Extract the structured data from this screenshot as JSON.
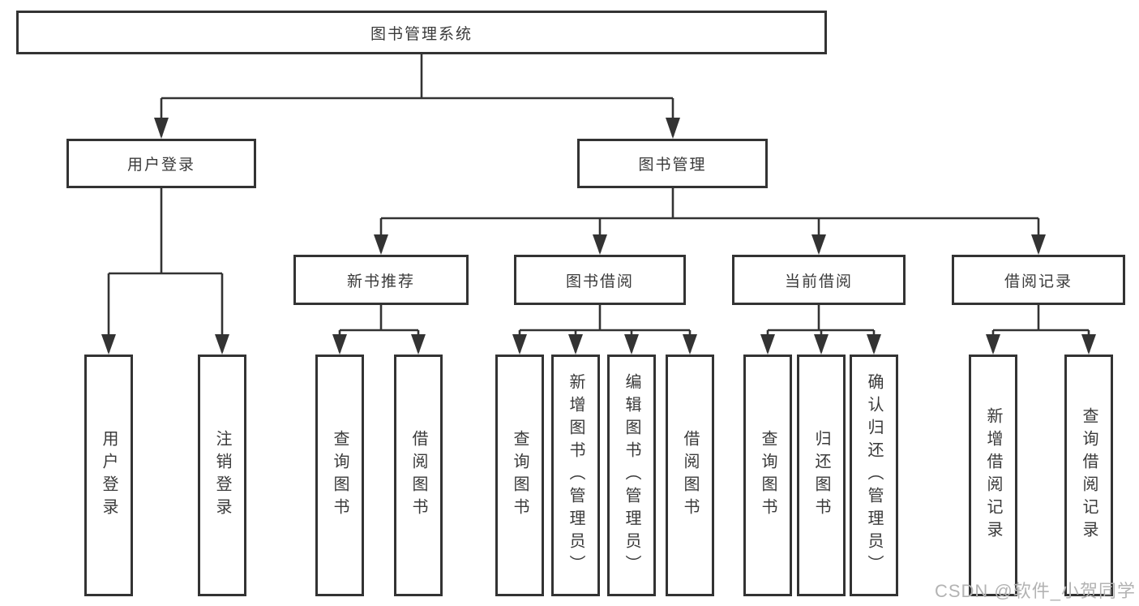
{
  "tree": {
    "root": {
      "label": "图书管理系统",
      "children": [
        {
          "label": "用户登录",
          "children": [
            {
              "label": "用户登录"
            },
            {
              "label": "注销登录"
            }
          ]
        },
        {
          "label": "图书管理",
          "children": [
            {
              "label": "新书推荐",
              "children": [
                {
                  "label": "查询图书"
                },
                {
                  "label": "借阅图书"
                }
              ]
            },
            {
              "label": "图书借阅",
              "children": [
                {
                  "label": "查询图书"
                },
                {
                  "label": "新增图书（管理员）"
                },
                {
                  "label": "编辑图书（管理员）"
                },
                {
                  "label": "借阅图书"
                }
              ]
            },
            {
              "label": "当前借阅",
              "children": [
                {
                  "label": "查询图书"
                },
                {
                  "label": "归还图书"
                },
                {
                  "label": "确认归还（管理员）"
                }
              ]
            },
            {
              "label": "借阅记录",
              "children": [
                {
                  "label": "新增借阅记录"
                },
                {
                  "label": "查询借阅记录"
                }
              ]
            }
          ]
        }
      ]
    }
  },
  "watermark": "CSDN @软件_小贺同学",
  "colors": {
    "line": "#333333",
    "text": "#3a3a3a",
    "background": "#ffffff",
    "watermark": "#b3b3b3"
  }
}
